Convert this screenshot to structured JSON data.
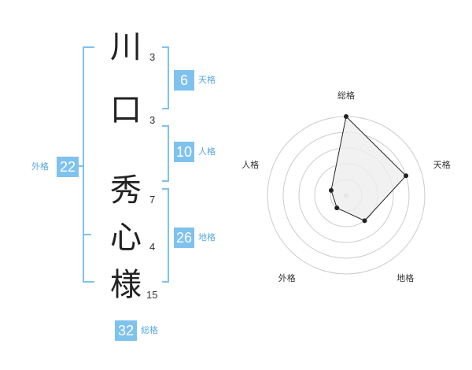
{
  "name": {
    "chars": [
      {
        "char": "川",
        "strokes": "3"
      },
      {
        "char": "口",
        "strokes": "3"
      },
      {
        "char": "秀",
        "strokes": "7"
      },
      {
        "char": "心",
        "strokes": "4"
      },
      {
        "char": "様",
        "strokes": "15"
      }
    ]
  },
  "kakusu": {
    "tenkaku": {
      "value": "6",
      "label": "天格"
    },
    "jinkaku": {
      "value": "10",
      "label": "人格"
    },
    "chikaku": {
      "value": "26",
      "label": "地格"
    },
    "gaikaku": {
      "value": "22",
      "label": "外格"
    },
    "soukaku": {
      "value": "32",
      "label": "総格"
    }
  },
  "colors": {
    "bracket": "#7fc2ee",
    "badge_bg": "#7fc2ee",
    "badge_label": "#59a9e0",
    "radar_ring": "#cccccc",
    "radar_fill": "#eeeeee"
  },
  "chart_data": {
    "type": "radar",
    "axes": [
      "総格",
      "天格",
      "地格",
      "外格",
      "人格"
    ],
    "values": [
      5,
      4,
      2,
      1,
      1
    ],
    "max": 5,
    "rings": 5,
    "grid": true
  }
}
